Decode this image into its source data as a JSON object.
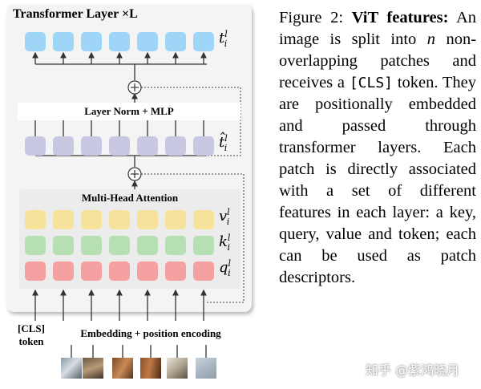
{
  "figure": {
    "title": "Transformer Layer ×L",
    "layer_norm_mlp": "Layer Norm + MLP",
    "mha": "Multi-Head Attention",
    "cls_token": "[CLS]",
    "cls_token_word": "token",
    "embedding": "Embedding + position encoding",
    "symbols": {
      "t_out": {
        "base": "t",
        "sup": "l",
        "sub": "i"
      },
      "t_hat": {
        "base": "t̂",
        "sup": "l",
        "sub": "i"
      },
      "v": {
        "base": "v",
        "sup": "l",
        "sub": "i"
      },
      "k": {
        "base": "k",
        "sup": "l",
        "sub": "i"
      },
      "q": {
        "base": "q",
        "sup": "l",
        "sub": "i"
      }
    },
    "colors": {
      "token_out": "#9fd6f7",
      "token_hat": "#c9c8e3",
      "value": "#f7e29b",
      "key": "#b6dfb4",
      "query": "#f5a1a1",
      "plus": "⊕"
    }
  },
  "caption": {
    "label": "Figure 2:",
    "bold_title": "ViT features:",
    "text_1": "An image is split into",
    "n": "n",
    "text_2": "non-overlapping patches and receives a",
    "cls": "[CLS]",
    "text_3": "token. They are positionally embedded and passed through transformer layers. Each patch is directly associated with a set of different features in each layer: a key, query, value and token; each can be used as patch descriptors."
  },
  "watermark": "知乎 @紫鸿晓月"
}
